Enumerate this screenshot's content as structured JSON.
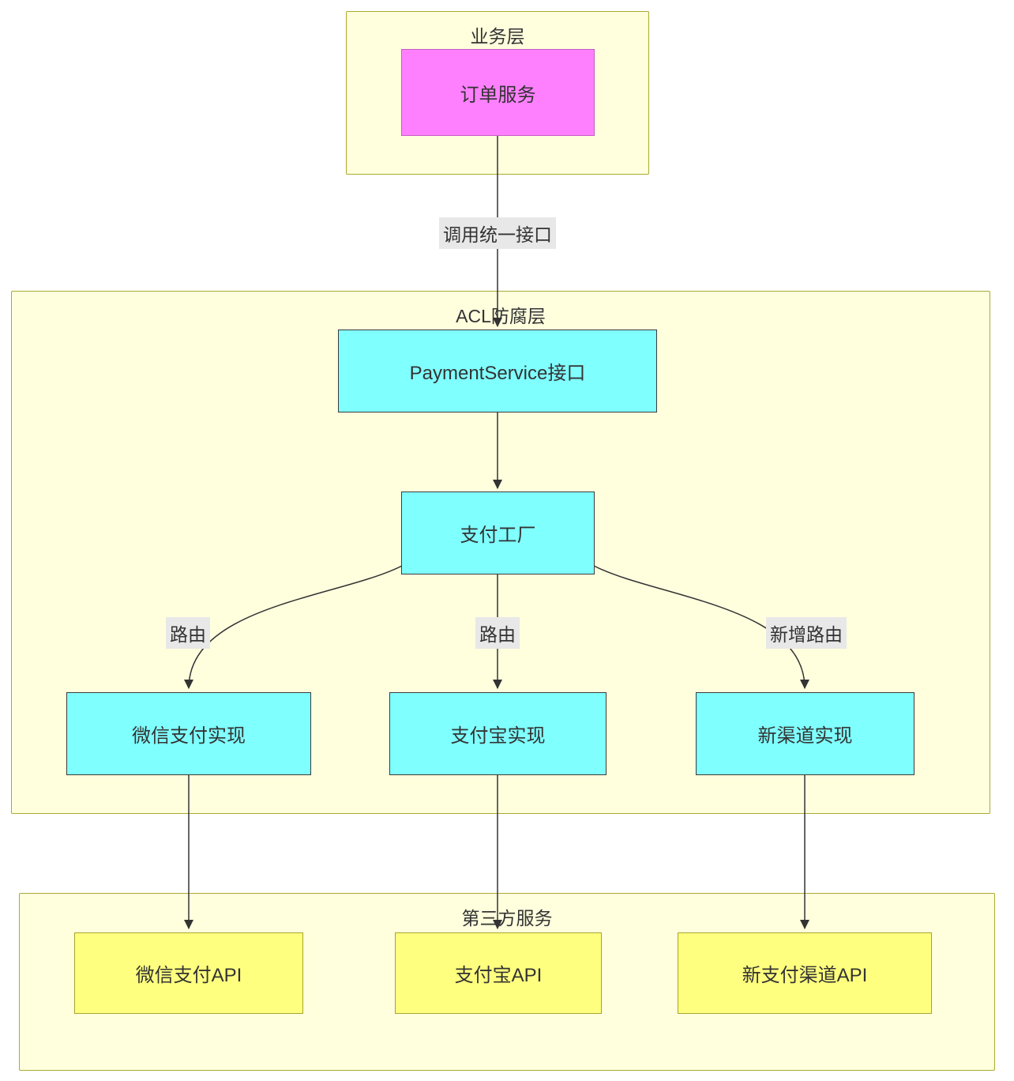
{
  "diagram": {
    "groups": {
      "business": {
        "title": "业务层"
      },
      "acl": {
        "title": "ACL防腐层"
      },
      "thirdparty": {
        "title": "第三方服务"
      }
    },
    "nodes": {
      "order": {
        "label": "订单服务"
      },
      "payment_interface": {
        "label": "PaymentService接口"
      },
      "factory": {
        "label": "支付工厂"
      },
      "wechat_impl": {
        "label": "微信支付实现"
      },
      "alipay_impl": {
        "label": "支付宝实现"
      },
      "newchannel_impl": {
        "label": "新渠道实现"
      },
      "wechat_api": {
        "label": "微信支付API"
      },
      "alipay_api": {
        "label": "支付宝API"
      },
      "newchannel_api": {
        "label": "新支付渠道API"
      }
    },
    "edge_labels": {
      "unified_interface": "调用统一接口",
      "route_left": "路由",
      "route_middle": "路由",
      "route_right": "新增路由"
    },
    "colors": {
      "container_fill": "#ffffde",
      "container_border": "#aaaa33",
      "order_node_fill": "#ff80ff",
      "acl_node_fill": "#80ffff",
      "api_node_fill": "#ffff7f",
      "edge_stroke": "#333333",
      "edge_label_bg": "#e8e8e8",
      "text": "#333333"
    }
  }
}
